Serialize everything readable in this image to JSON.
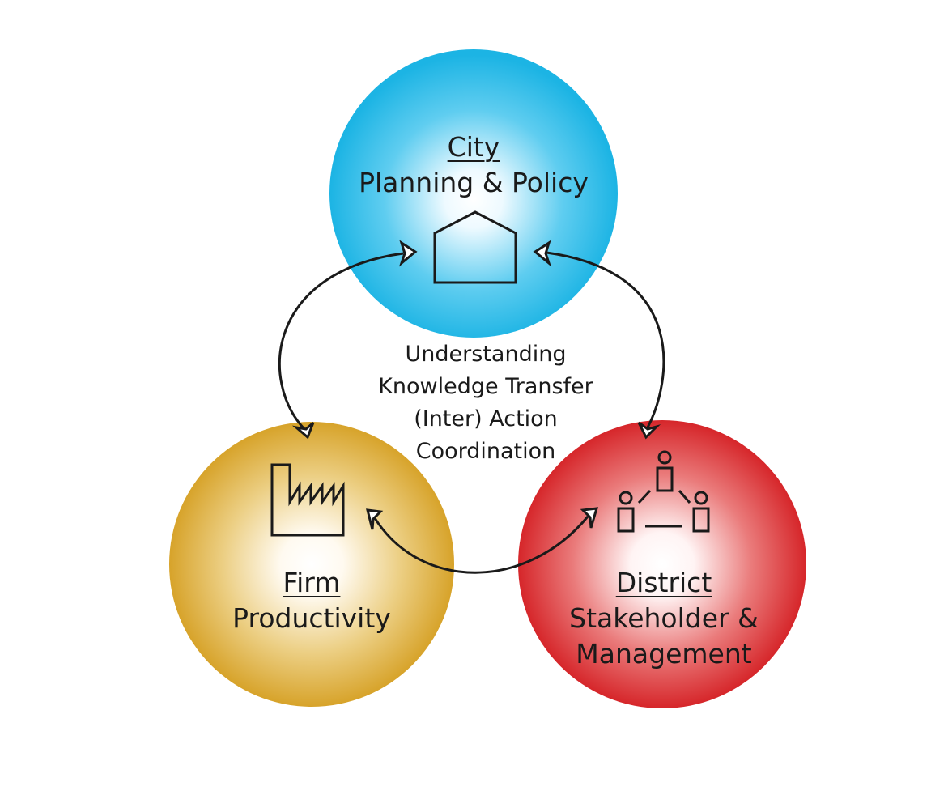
{
  "nodes": {
    "city": {
      "title": "City",
      "subtitle": "Planning & Policy",
      "icon": "house-icon",
      "color": "#1fb6e6"
    },
    "firm": {
      "title": "Firm",
      "subtitle": "Productivity",
      "icon": "factory-icon",
      "color": "#d9a62b"
    },
    "district": {
      "title": "District",
      "subtitle_lines": [
        "Stakeholder &",
        "Management"
      ],
      "icon": "people-network-icon",
      "color": "#d9282b"
    }
  },
  "center": {
    "lines": [
      "Understanding",
      "Knowledge Transfer",
      "(Inter) Action",
      "Coordination"
    ]
  },
  "connectors": [
    {
      "from": "city",
      "to": "firm",
      "direction": "bidirectional"
    },
    {
      "from": "city",
      "to": "district",
      "direction": "bidirectional"
    },
    {
      "from": "firm",
      "to": "district",
      "direction": "bidirectional"
    }
  ]
}
